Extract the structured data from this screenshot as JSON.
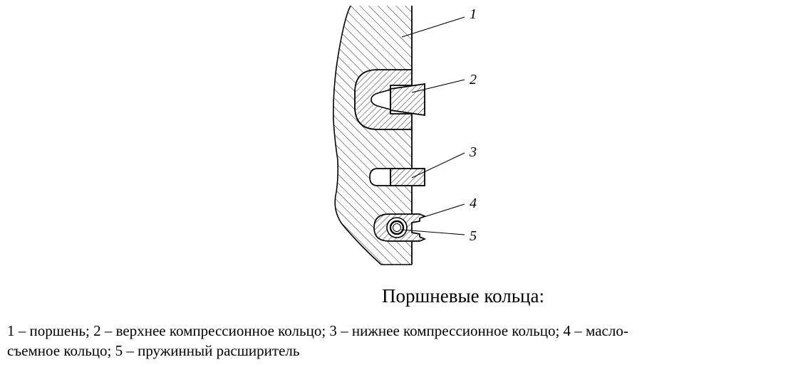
{
  "figure": {
    "title": "Поршневые кольца:",
    "legend_line1": "1 – поршень; 2 – верхнее компрессионное кольцо; 3 – нижнее компрессионное кольцо; 4 – масло-",
    "legend_line2": "съемное кольцо; 5 – пружинный расширитель"
  },
  "callouts": [
    {
      "num": "1",
      "part": "поршень"
    },
    {
      "num": "2",
      "part": "верхнее компрессионное кольцо"
    },
    {
      "num": "3",
      "part": "нижнее компрессионное кольцо"
    },
    {
      "num": "4",
      "part": "маслосъемное кольцо"
    },
    {
      "num": "5",
      "part": "пружинный расширитель"
    }
  ]
}
